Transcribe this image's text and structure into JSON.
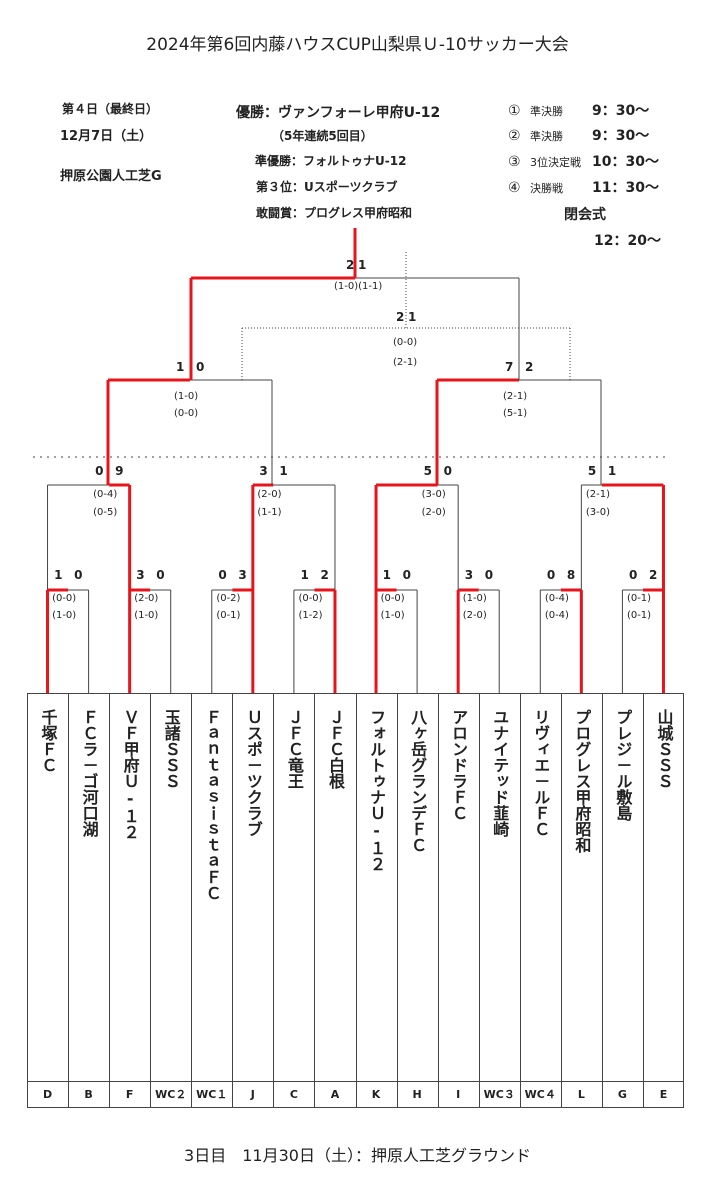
{
  "title": "2024年第6回内藤ハウスCUP山梨県Ｕ-10サッカー大会",
  "day": {
    "label": "第４日（最終日）",
    "date": "12月7日（土）",
    "venue": "押原公園人工芝G"
  },
  "results": {
    "winner": "優勝：ヴァンフォーレ甲府U-12",
    "winner_note": "（5年連続5回目）",
    "runner_up": "準優勝：フォルトゥナU-12",
    "third": "第３位：Uスポーツクラブ",
    "fighting": "敢闘賞：プログレス甲府昭和"
  },
  "schedule": [
    {
      "no": "①",
      "label": "準決勝",
      "time": "9：30～"
    },
    {
      "no": "②",
      "label": "準決勝",
      "time": "9：30～"
    },
    {
      "no": "③",
      "label": "3位決定戦",
      "time": "10：30～"
    },
    {
      "no": "④",
      "label": "決勝戦",
      "time": "11：30～"
    }
  ],
  "closing": {
    "label": "閉会式",
    "time": "12：20～"
  },
  "teams": [
    {
      "name": "千塚ＦＣ",
      "seed": "D"
    },
    {
      "name": "ＦＣラ－ゴ河口湖",
      "seed": "B"
    },
    {
      "name": "ＶＦ甲府Ｕ-１２",
      "seed": "F"
    },
    {
      "name": "玉諸ＳＳＳ",
      "seed": "WC２"
    },
    {
      "name": "ＦａｎｔａｓｉｓｔａＦＣ",
      "seed": "WC１"
    },
    {
      "name": "Ｕスポ－ツクラブ",
      "seed": "J"
    },
    {
      "name": "ＪＦＣ竜王",
      "seed": "C"
    },
    {
      "name": "ＪＦＣ白根",
      "seed": "A"
    },
    {
      "name": "フォルトゥナＵ-１２",
      "seed": "K"
    },
    {
      "name": "八ヶ岳グランデＦＣ",
      "seed": "H"
    },
    {
      "name": "アロンドラＦＣ",
      "seed": "I"
    },
    {
      "name": "ユナイテッド韮崎",
      "seed": "WC３"
    },
    {
      "name": "リヴィエ－ルＦＣ",
      "seed": "WC４"
    },
    {
      "name": "プログレス甲府昭和",
      "seed": "L"
    },
    {
      "name": "プレジ－ル敷島",
      "seed": "G"
    },
    {
      "name": "山城ＳＳＳ",
      "seed": "E"
    }
  ],
  "round1": [
    {
      "left": "1",
      "right": "0",
      "h1": "(0-0)",
      "h2": "(1-0)"
    },
    {
      "left": "3",
      "right": "0",
      "h1": "(2-0)",
      "h2": "(1-0)"
    },
    {
      "left": "0",
      "right": "3",
      "h1": "(0-2)",
      "h2": "(0-1)"
    },
    {
      "left": "1",
      "right": "2",
      "h1": "(0-0)",
      "h2": "(1-2)"
    },
    {
      "left": "1",
      "right": "0",
      "h1": "(0-0)",
      "h2": "(1-0)"
    },
    {
      "left": "3",
      "right": "0",
      "h1": "(1-0)",
      "h2": "(2-0)"
    },
    {
      "left": "0",
      "right": "8",
      "h1": "(0-4)",
      "h2": "(0-4)"
    },
    {
      "left": "0",
      "right": "2",
      "h1": "(0-1)",
      "h2": "(0-1)"
    }
  ],
  "round2": [
    {
      "left": "0",
      "right": "9",
      "h1": "(0-4)",
      "h2": "(0-5)"
    },
    {
      "left": "3",
      "right": "1",
      "h1": "(2-0)",
      "h2": "(1-1)"
    },
    {
      "left": "5",
      "right": "0",
      "h1": "(3-0)",
      "h2": "(2-0)"
    },
    {
      "left": "5",
      "right": "1",
      "h1": "(2-1)",
      "h2": "(3-0)"
    }
  ],
  "semis": [
    {
      "left": "1",
      "right": "0",
      "h1": "(1-0)",
      "h2": "(0-0)"
    },
    {
      "left": "7",
      "right": "2",
      "h1": "(2-1)",
      "h2": "(5-1)"
    }
  ],
  "third_place": {
    "left": "2",
    "right": "1",
    "h1": "(0-0)",
    "h2": "(2-1)"
  },
  "final": {
    "left": "2",
    "right": "1",
    "halves": "(1-0)(1-1)"
  },
  "footer": "3日目　11月30日（土）：押原人工芝グラウンド",
  "colors": {
    "winner_line": "#e8141b",
    "line": "#444444"
  }
}
